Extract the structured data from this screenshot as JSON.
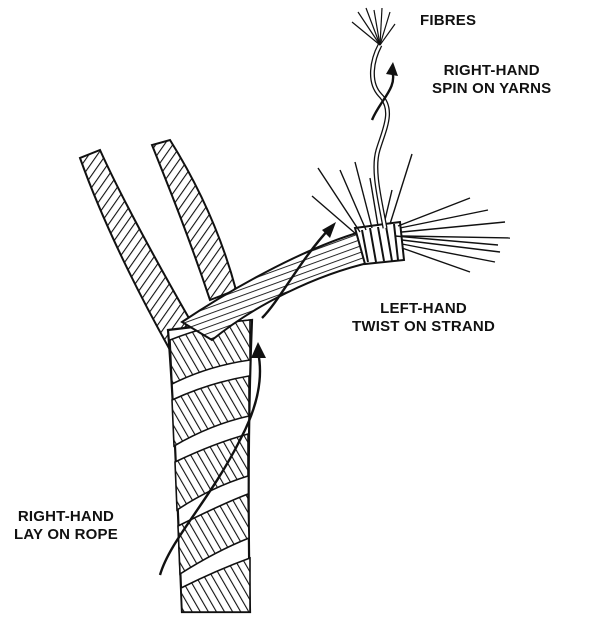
{
  "labels": {
    "fibres": "FIBRES",
    "spin_line1": "RIGHT-HAND",
    "spin_line2": "SPIN ON YARNS",
    "twist_line1": "LEFT-HAND",
    "twist_line2": "TWIST ON STRAND",
    "lay_line1": "RIGHT-HAND",
    "lay_line2": "LAY ON ROPE"
  },
  "colors": {
    "ink": "#111111",
    "background": "#ffffff"
  }
}
